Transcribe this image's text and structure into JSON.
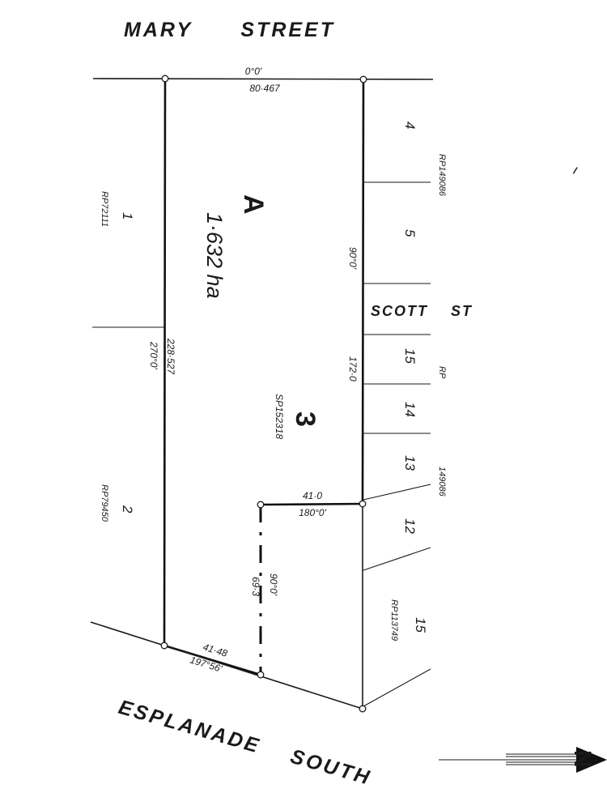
{
  "streets": {
    "mary": "MARY      STREET",
    "esplanade": "ESPLANADE    SOUTH",
    "scott": "SCOTT    ST"
  },
  "parcel": {
    "label": "A",
    "area": "1·632 ha",
    "lot": "3",
    "plan": "SP152318"
  },
  "dimensions": {
    "north_bearing": "0°0'",
    "north_distance": "80·467",
    "west_distance": "228·527",
    "west_bearing": "270°0'",
    "east_bearing": "90°0'",
    "east_distance": "172·0",
    "step_distance": "41·0",
    "step_bearing": "180°0'",
    "inner_bearing": "90°0'",
    "inner_distance": "69·3",
    "south_distance": "41·48",
    "south_bearing": "197°56'"
  },
  "neighbours": {
    "lot1": "1",
    "lot1_plan": "RP72111",
    "lot2": "2",
    "lot2_plan": "RP79450",
    "lot4": "4",
    "lot5": "5",
    "plan_149086_top": "RP149086",
    "lot15_upper": "15",
    "rp_label": "RP",
    "lot14": "14",
    "lot13": "13",
    "plan_149086_mid": "149086",
    "lot12": "12",
    "lot15_lower": "15",
    "lot15_lower_plan": "RP113749"
  },
  "north_arrow": "N",
  "stray_mark": "ı"
}
